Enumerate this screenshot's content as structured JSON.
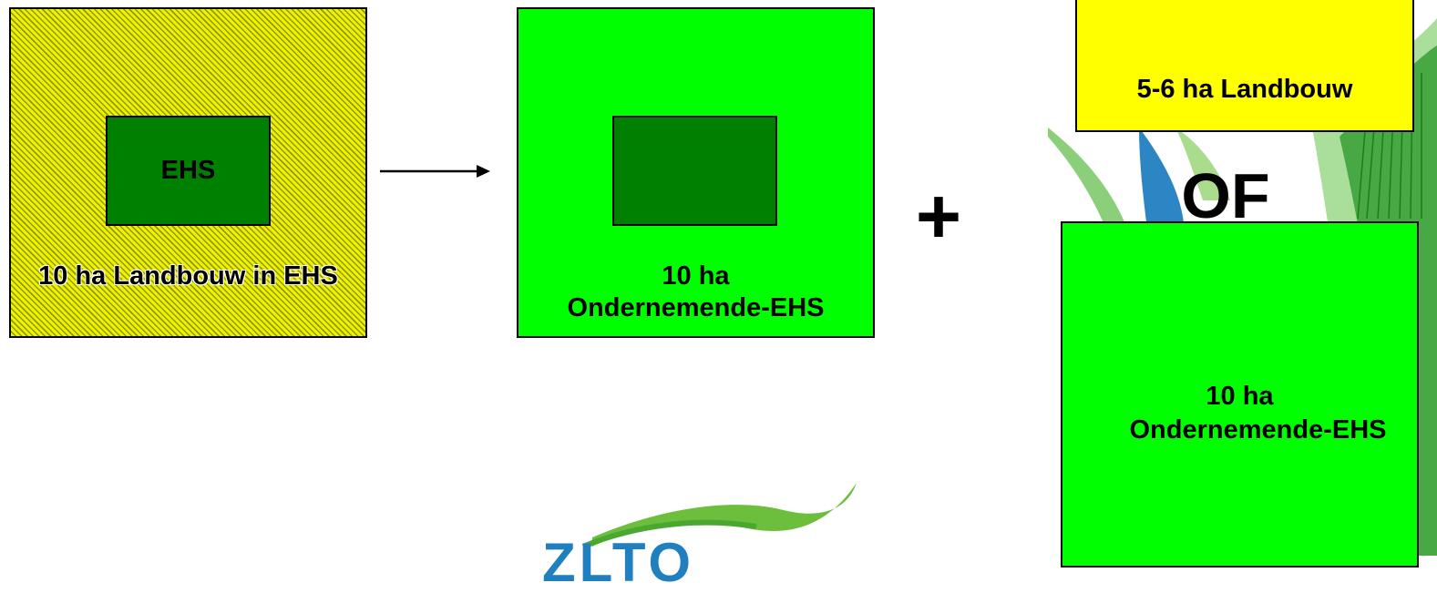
{
  "boxes": {
    "left_inner": "EHS",
    "left_caption": "10 ha Landbouw in EHS",
    "middle_caption_line1": "10 ha",
    "middle_caption_line2": "Ondernemende-EHS",
    "top_right": "5-6 ha Landbouw",
    "bottom_right_line1": "10 ha",
    "bottom_right_line2": "Ondernemende-EHS"
  },
  "operators": {
    "plus": "+",
    "or": "OF"
  },
  "logo_partial_text": "ZLTO",
  "colors": {
    "hatch_yellow": "#f0f000",
    "bright_green": "#00ff00",
    "dark_green": "#008000",
    "yellow": "#ffff00"
  }
}
